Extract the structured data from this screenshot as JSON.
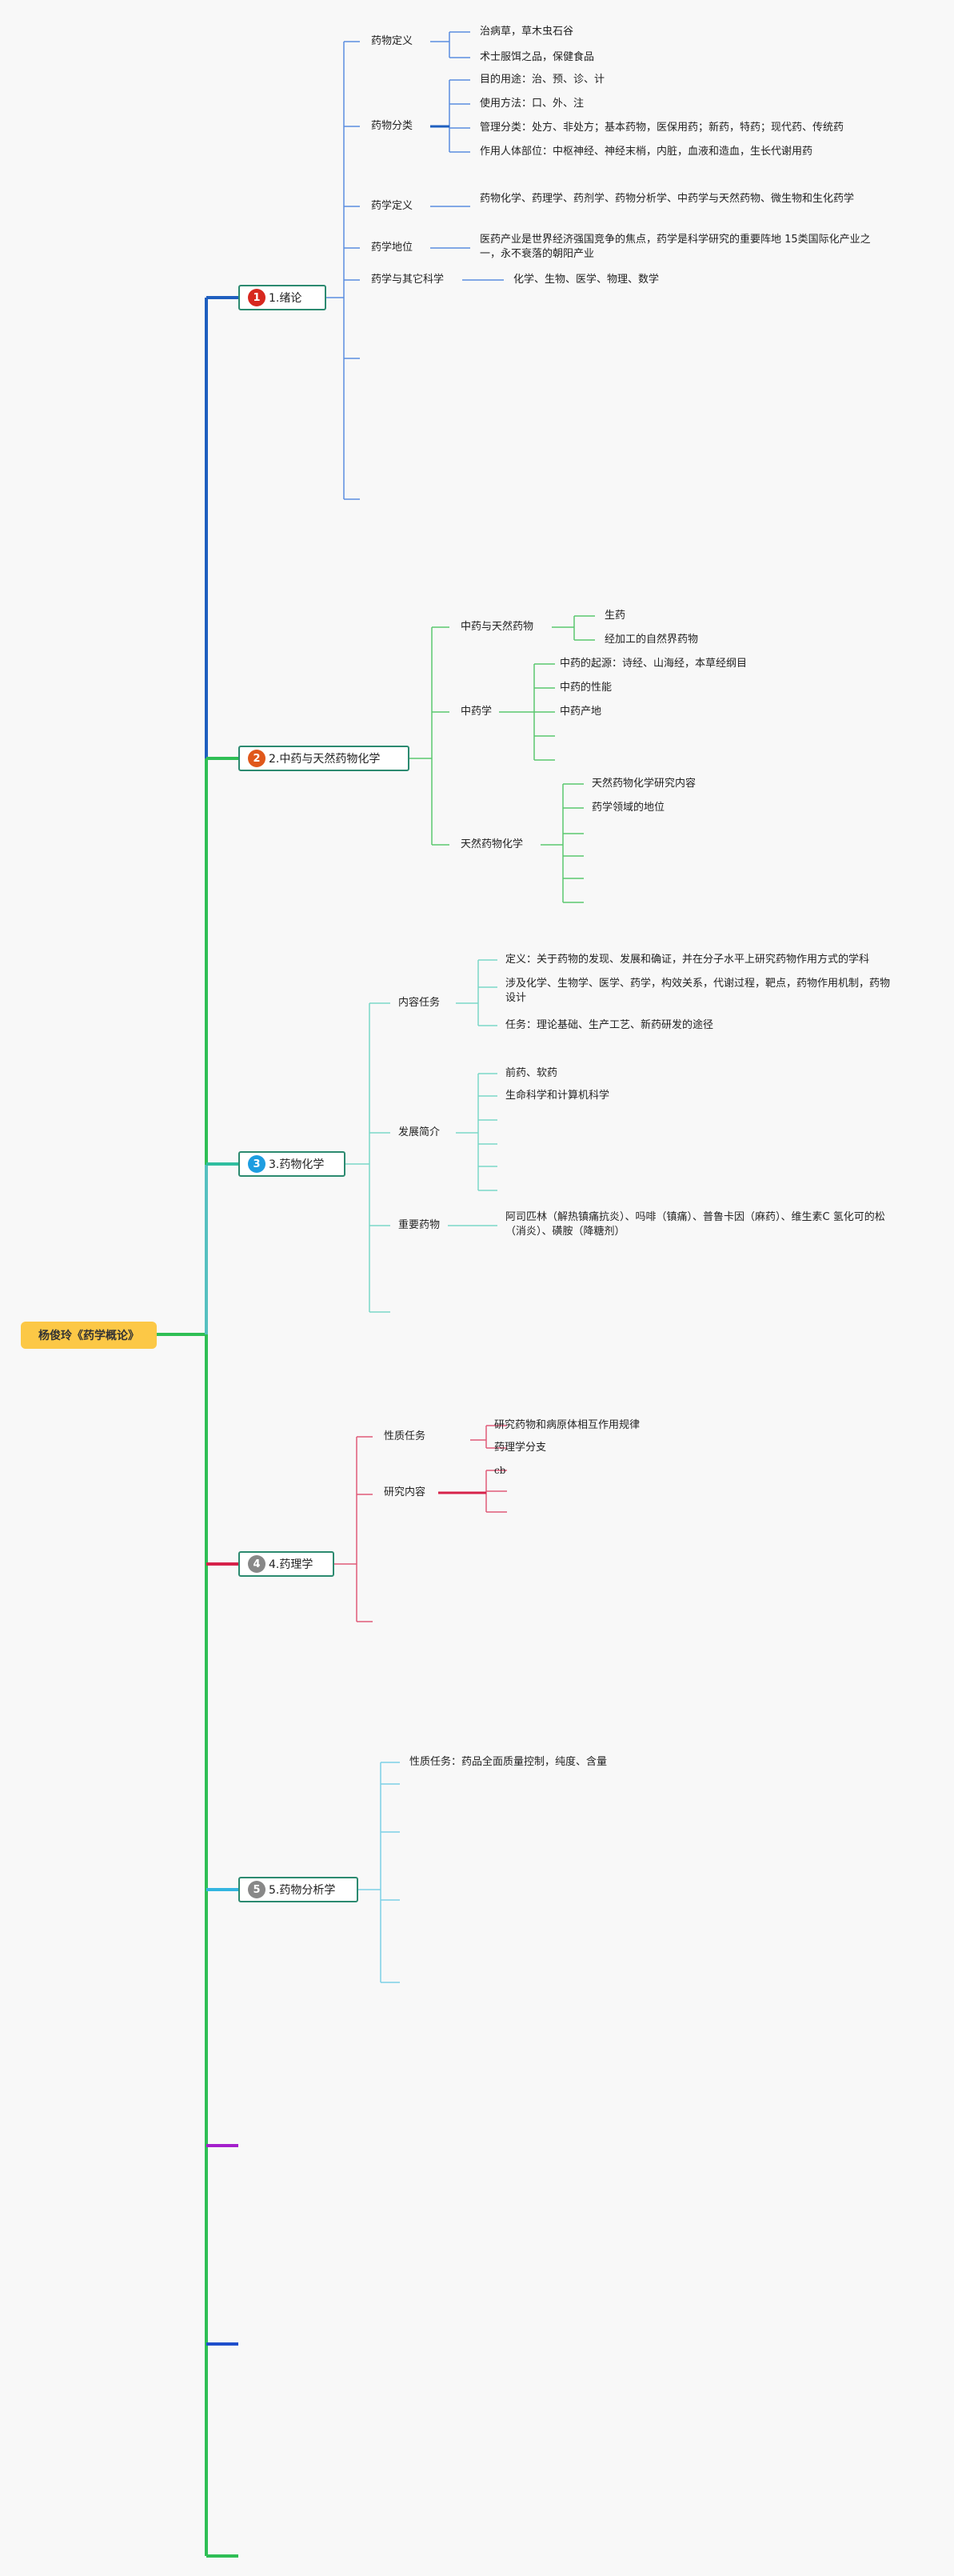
{
  "root": "杨俊玲《药学概论》",
  "topics": [
    {
      "num": "1",
      "label": "1.绪论",
      "color": "#d7281f"
    },
    {
      "num": "2",
      "label": "2.中药与天然药物化学",
      "color": "#e0581b"
    },
    {
      "num": "3",
      "label": "3.药物化学",
      "color": "#1e9de0"
    },
    {
      "num": "4",
      "label": "4.药理学",
      "color": "#888888"
    },
    {
      "num": "5",
      "label": "5.药物分析学",
      "color": "#888888"
    }
  ],
  "t1": {
    "a": "药物定义",
    "a1": "治病草，草木虫石谷",
    "a2": "术士服饵之品，保健食品",
    "b": "药物分类",
    "b1": "目的用途：治、预、诊、计",
    "b2": "使用方法：口、外、注",
    "b3": "管理分类：处方、非处方；基本药物，医保用药；新药，特药；现代药、传统药",
    "b4": "作用人体部位：中枢神经、神经末梢，内脏，血液和造血，生长代谢用药",
    "c": "药学定义",
    "c1": "药物化学、药理学、药剂学、药物分析学、中药学与天然药物、微生物和生化药学",
    "d": "药学地位",
    "d1": "医药产业是世界经济强国竞争的焦点，药学是科学研究的重要阵地 15类国际化产业之一，永不衰落的朝阳产业",
    "e": "药学与其它科学",
    "e1": "化学、生物、医学、物理、数学"
  },
  "t2": {
    "a": "中药与天然药物",
    "a1": "生药",
    "a2": "经加工的自然界药物",
    "b": "中药学",
    "b1": "中药的起源：诗经、山海经，本草经纲目",
    "b2": "中药的性能",
    "b3": "中药产地",
    "c": "天然药物化学",
    "c1": "天然药物化学研究内容",
    "c2": "药学领域的地位"
  },
  "t3": {
    "a": "内容任务",
    "a1": "定义：关于药物的发现、发展和确证，并在分子水平上研究药物作用方式的学科",
    "a2": "涉及化学、生物学、医学、药学，构效关系，代谢过程，靶点，药物作用机制，药物设计",
    "a3": "任务：理论基础、生产工艺、新药研发的途径",
    "b": "发展简介",
    "b1": "前药、软药",
    "b2": "生命科学和计算机科学",
    "c": "重要药物",
    "c1": "阿司匹林（解热镇痛抗炎）、吗啡（镇痛）、普鲁卡因（麻药）、维生素C 氢化可的松（消炎）、磺胺（降糖剂）"
  },
  "t4": {
    "a": "性质任务",
    "a1": "研究药物和病原体相互作用规律",
    "a2": "药理学分支",
    "b": "研究内容",
    "b1": "cb"
  },
  "t5": {
    "a1": "性质任务：药品全面质量控制，纯度、含量"
  }
}
